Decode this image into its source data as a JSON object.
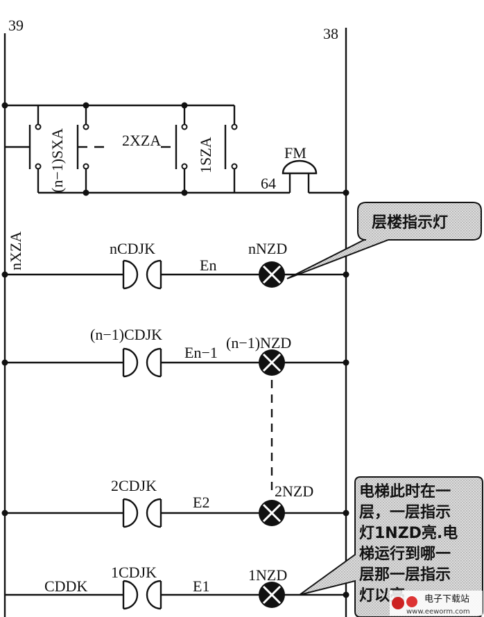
{
  "rails": {
    "left": "39",
    "right": "38"
  },
  "switch_block": {
    "sxa_label": "(n−1)SXA",
    "xza_label": "2XZA",
    "sza_label": "1SZA",
    "wire_label": "64",
    "bell_label": "FM"
  },
  "branch_label": "nXZA",
  "rows": [
    {
      "relay": "nCDJK",
      "wire": "En",
      "lamp": "nNZD"
    },
    {
      "relay": "(n−1)CDJK",
      "wire": "En−1",
      "lamp": "(n−1)NZD"
    },
    {
      "relay": "2CDJK",
      "wire": "E2",
      "lamp": "2NZD"
    },
    {
      "relay": "1CDJK",
      "wire": "E1",
      "lamp": "1NZD"
    }
  ],
  "cddk_label": "CDDK",
  "callouts": {
    "top": "层楼指示灯",
    "bottom_lines": [
      "电梯此时在一",
      "层，一层指示",
      "灯1NZD亮.电",
      "梯运行到哪一",
      "层那一层指示",
      "灯以亮"
    ]
  },
  "watermark": {
    "text": "电子下载站",
    "url": "www.eeworm.com"
  }
}
